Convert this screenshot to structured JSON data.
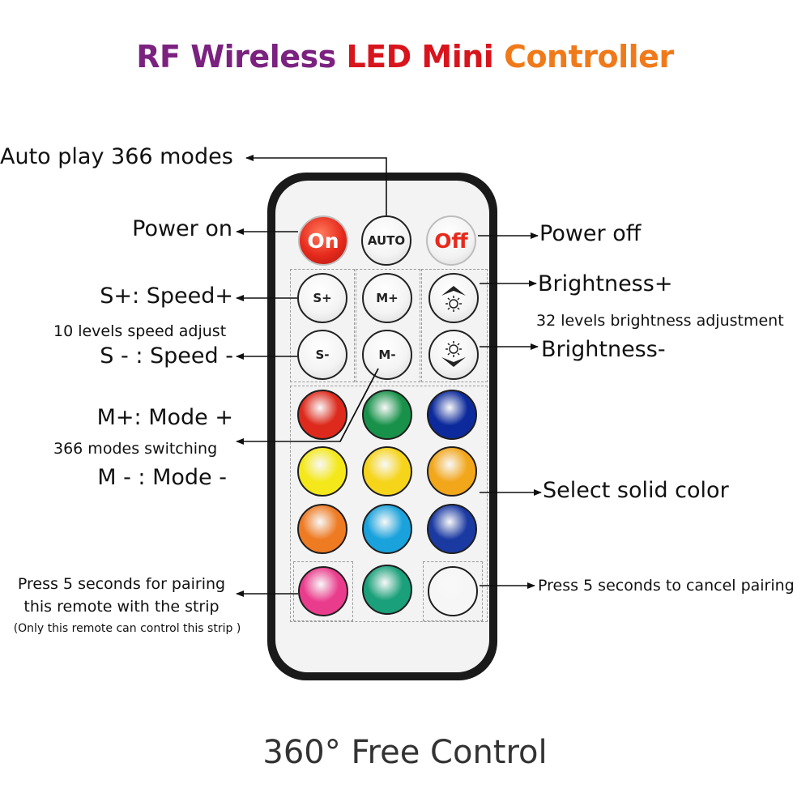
{
  "title": {
    "parts": [
      {
        "text": "RF Wireless ",
        "color": "#7b2280"
      },
      {
        "text": "LED Mini ",
        "color": "#d8141c"
      },
      {
        "text": "Controller",
        "color": "#f07a1a"
      }
    ]
  },
  "footer": "360° Free Control",
  "left_labels": {
    "auto_play": "Auto play 366 modes",
    "power_on": "Power on",
    "speed_plus": "S+: Speed+",
    "speed_levels": "10 levels speed adjust",
    "speed_minus": "S - :  Speed -",
    "mode_plus": "M+: Mode +",
    "mode_switching": "366  modes switching",
    "mode_minus": "M - : Mode -",
    "pairing_1": "Press 5 seconds for pairing",
    "pairing_2": "this remote with the strip",
    "pairing_note": "(Only this remote can control this strip )"
  },
  "right_labels": {
    "power_off": "Power off",
    "brightness_plus": "Brightness+",
    "brightness_levels": "32 levels brightness adjustment",
    "brightness_minus": "Brightness-",
    "solid_color": "Select solid color",
    "cancel_pairing": "Press 5 seconds to cancel pairing"
  },
  "buttons": {
    "on": {
      "label": "On",
      "color": "#e62a1c"
    },
    "auto": {
      "label": "AUTO"
    },
    "off": {
      "label": "Off",
      "color": "#e62a1c"
    },
    "s_plus": "S+",
    "m_plus": "M+",
    "s_minus": "S-",
    "m_minus": "M-"
  },
  "colors": {
    "red": "#dd2a1c",
    "green": "#18924a",
    "blue": "#0c2a9c",
    "yellow1": "#f4e81a",
    "yellow2": "#f6d41a",
    "amber": "#f2a61a",
    "orange": "#ee7a22",
    "sky": "#1aa2dc",
    "navy": "#1a3aa2",
    "pink": "#ea3c8c",
    "teal": "#1aa07a",
    "white": "#f6f6f6"
  }
}
